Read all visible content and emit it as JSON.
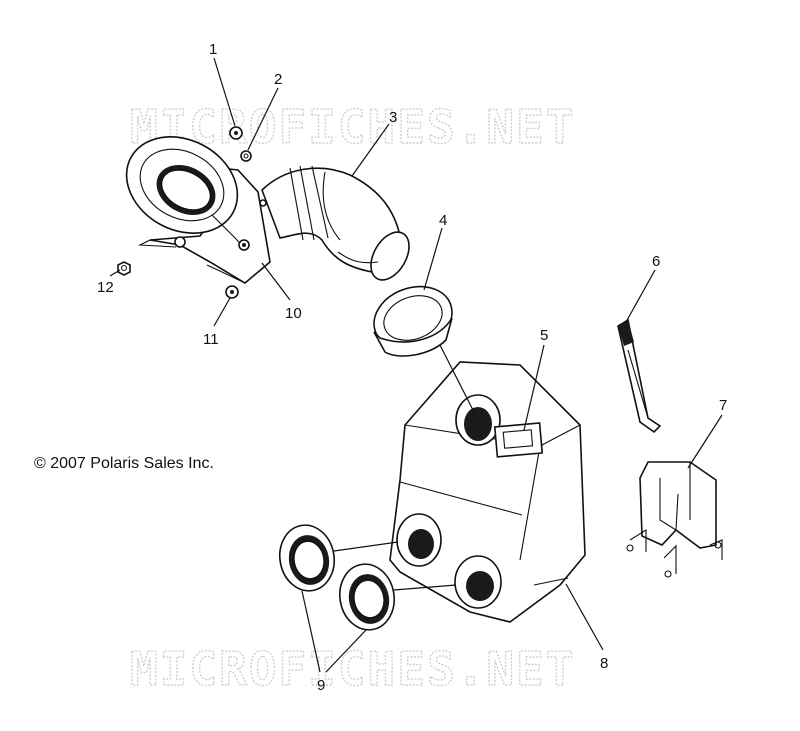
{
  "watermark": "MICROFICHES.NET",
  "copyright": "© 2007 Polaris Sales Inc.",
  "callouts": {
    "c1": "1",
    "c2": "2",
    "c3": "3",
    "c4": "4",
    "c5": "5",
    "c6": "6",
    "c7": "7",
    "c8": "8",
    "c9": "9",
    "c10": "10",
    "c11": "11",
    "c12": "12"
  }
}
